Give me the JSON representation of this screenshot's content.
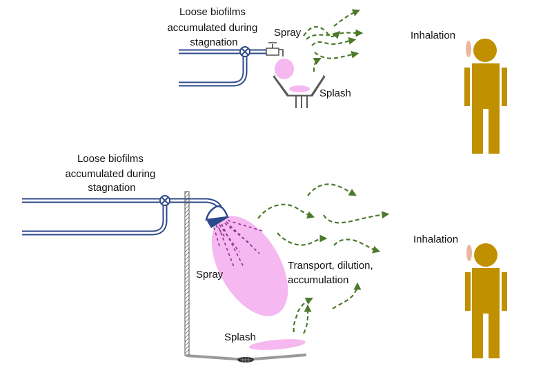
{
  "top_scene": {
    "source_label": [
      "Loose biofilms",
      "accumulated during",
      "stagnation"
    ],
    "spray_label": "Spray",
    "splash_label": "Splash",
    "inhalation_label": "Inhalation"
  },
  "bottom_scene": {
    "source_label": [
      "Loose biofilms",
      "accumulated during",
      "stagnation"
    ],
    "spray_label": "Spray",
    "splash_label": "Splash",
    "transport_label": [
      "Transport, dilution,",
      "accumulation"
    ],
    "inhalation_label": "Inhalation"
  },
  "colors": {
    "pipe": "#2f4a8a",
    "aerosol_arrow": "#4c7a2c",
    "droplet": "#f5b8f0",
    "person": "#c09000",
    "person_ear": "#eab8a2",
    "sink": "#5a5a5a",
    "shower_floor": "#9a9a9a"
  }
}
